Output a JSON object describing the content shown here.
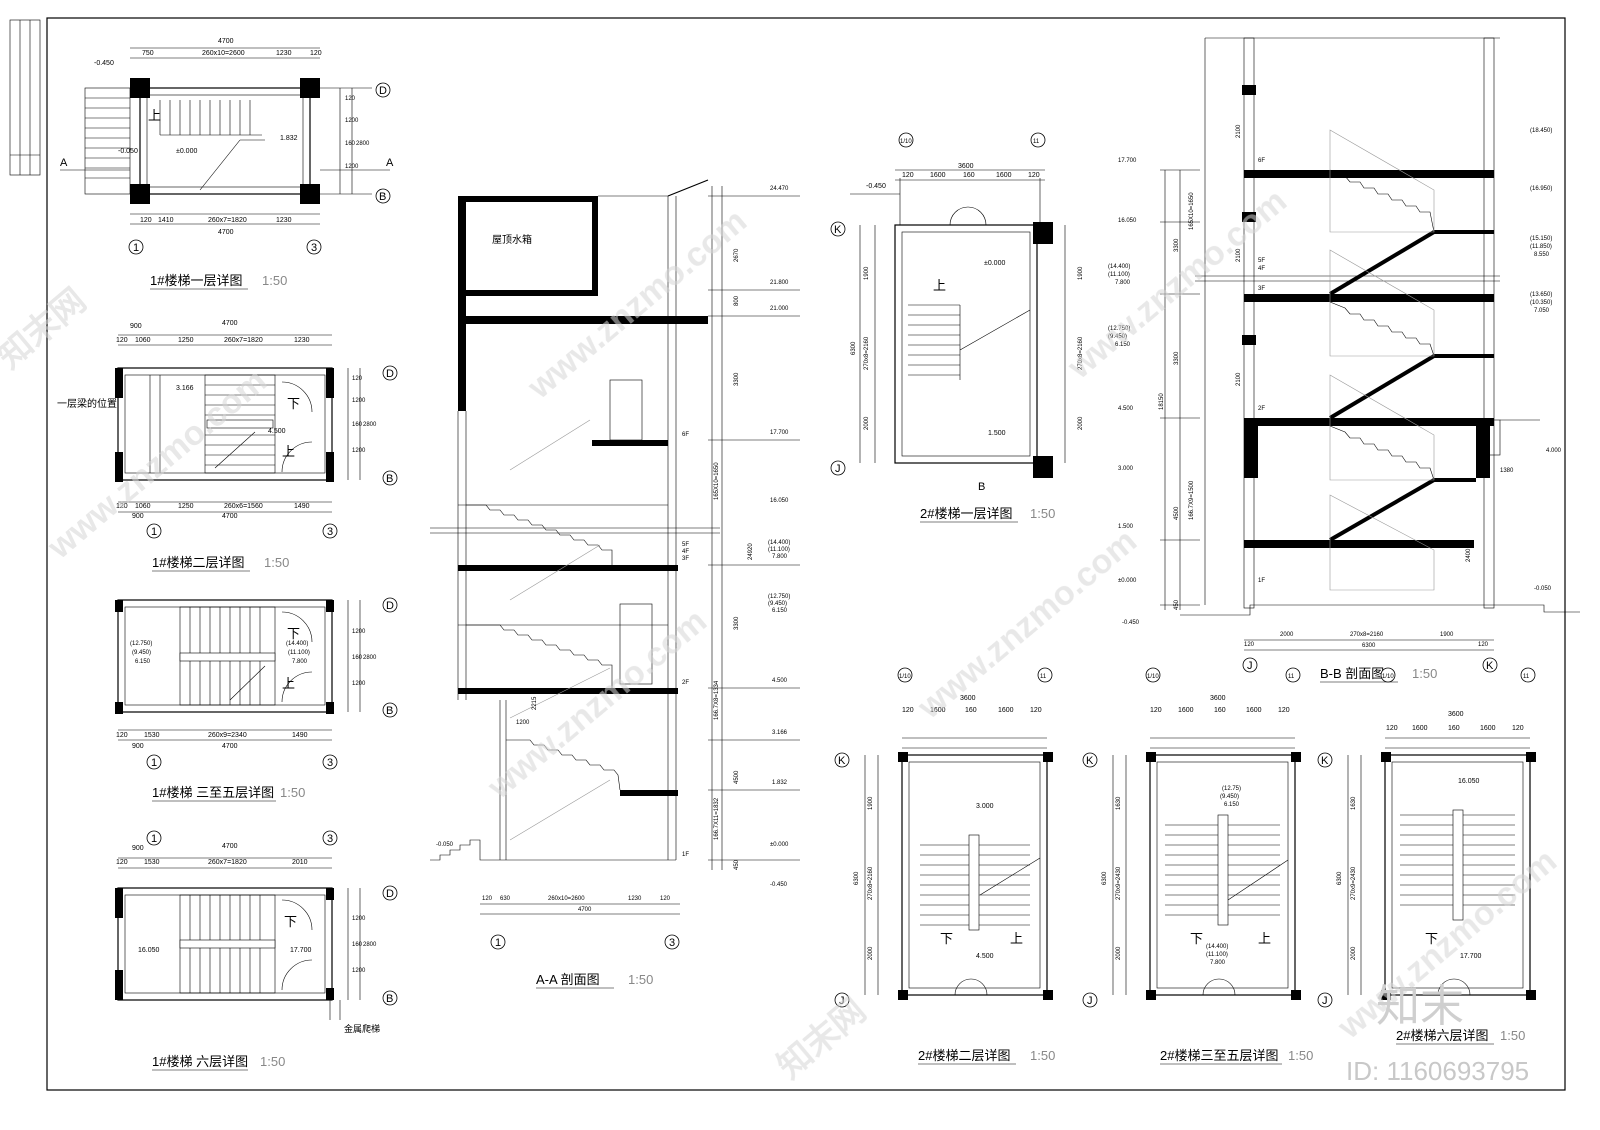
{
  "drawings": {
    "s1f1": {
      "title": "1#楼梯一层详图",
      "scale": "1:50"
    },
    "s1f2": {
      "title": "1#楼梯二层详图",
      "scale": "1:50"
    },
    "s1f35": {
      "title": "1#楼梯 三至五层详图",
      "scale": "1:50"
    },
    "s1f6": {
      "title": "1#楼梯 六层详图",
      "scale": "1:50"
    },
    "secAA": {
      "title": "A-A 剖面图",
      "scale": "1:50"
    },
    "s2f1": {
      "title": "2#楼梯一层详图",
      "scale": "1:50"
    },
    "s2f2": {
      "title": "2#楼梯二层详图",
      "scale": "1:50"
    },
    "s2f35": {
      "title": "2#楼梯三至五层详图",
      "scale": "1:50"
    },
    "s2f6": {
      "title": "2#楼梯六层详图",
      "scale": "1:50"
    },
    "secBB": {
      "title": "B-B 剖面图",
      "scale": "1:50"
    }
  },
  "notes": {
    "roof_tank": "屋顶水箱",
    "beam_position": "一层梁的位置",
    "metal_ladder": "金属爬梯",
    "up": "上",
    "down": "下"
  },
  "grid": {
    "g1": "1",
    "g3": "3",
    "gD": "D",
    "gB": "B",
    "gJ": "J",
    "gK": "K",
    "g10": "1/10",
    "g11": "11",
    "gA": "A"
  },
  "dims": {
    "d4700": "4700",
    "d750": "750",
    "d2600": "260x10=2600",
    "d1230": "1230",
    "d120": "120",
    "d1410": "1410",
    "d1820": "260x7=1820",
    "d900": "900",
    "d1060": "1060",
    "d1250": "1250",
    "d1560": "260x6=1560",
    "d1490": "1490",
    "d1530": "1530",
    "d2340": "260x9=2340",
    "d2010": "2010",
    "d1200": "1200",
    "d160": "160",
    "d2800": "2800",
    "d630": "630",
    "d3600": "3600",
    "d1600": "1600",
    "d6300": "6300",
    "d1900": "1900",
    "d2160": "270x8=2160",
    "d2000": "2000",
    "d1630": "1630",
    "d2430": "270x9=2430",
    "d2670": "2670",
    "d800": "800",
    "d3300": "3300",
    "d24920": "24920",
    "d18150": "18150",
    "d4500": "4500",
    "d450": "450",
    "d2100": "2100",
    "d1380": "1380",
    "d2400": "2400",
    "d1650": "165X10=1650",
    "d1334": "166.7X8=1334",
    "d1832": "166.7X11=1832",
    "d1500": "166.7X9=1500",
    "d2215": "2215"
  },
  "elevations": {
    "e1": "-0.450",
    "e2": "-0.050",
    "e3": "±0.000",
    "e4": "1.832",
    "e5": "3.166",
    "e6": "4.500",
    "e7": "24.470",
    "e8": "21.800",
    "e9": "21.000",
    "e10": "17.700",
    "e11": "16.050",
    "e12": "(14.400)",
    "e13": "(11.100)",
    "e14": "7.800",
    "e15": "(12.750)",
    "e16": "(9.450)",
    "e17": "6.150",
    "e18": "3.000",
    "e19": "1.500",
    "e20": "(18.450)",
    "e21": "(16.950)",
    "e22": "(15.150)",
    "e23": "(11.850)",
    "e24": "8.550",
    "e25": "(13.650)",
    "e26": "(10.350)",
    "e27": "7.050",
    "e28": "4.000",
    "e29": "(12.75)",
    "e30": "(9.450)",
    "e31": "(14.400)"
  },
  "floors": {
    "f1": "1F",
    "f2": "2F",
    "f3": "3F",
    "f4": "4F",
    "f5": "5F",
    "f6": "6F"
  },
  "watermark": {
    "site": "www.znzmo.com",
    "brand": "知末网"
  },
  "logo": "知末",
  "drawing_id": "ID: 1160693795"
}
